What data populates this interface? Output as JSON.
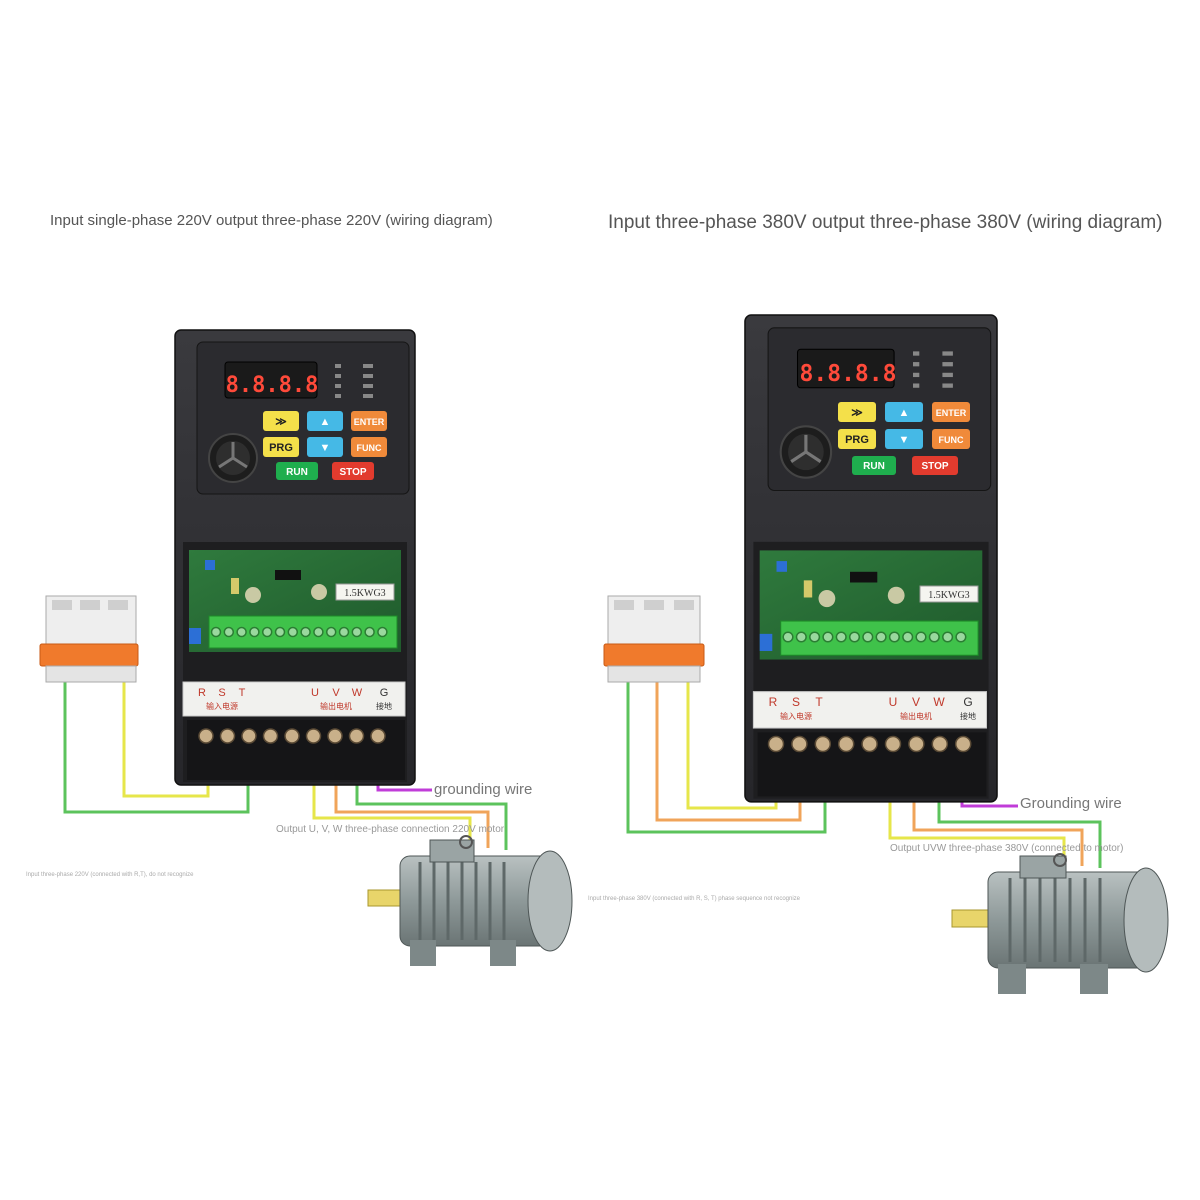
{
  "left": {
    "title": "Input single-phase 220V output three-phase 220V (wiring diagram)",
    "grounding_label": "grounding wire",
    "output_label": "Output U, V, W three-phase connection 220V motor",
    "input_note": "Input three-phase 220V (connected with R,T), do not recognize",
    "model_label": "1.5KWG3",
    "display": "8.8.8.8"
  },
  "right": {
    "title": "Input three-phase 380V output three-phase 380V (wiring diagram)",
    "grounding_label": "Grounding wire",
    "output_label": "Output UVW three-phase 380V (connected to motor)",
    "input_note": "Input three-phase 380V (connected with R, S, T) phase sequence not recognize",
    "model_label": "1.5KWG3",
    "display": "8.8.8.8"
  },
  "keypad": {
    "fwd": "≫",
    "up": "▲",
    "enter": "ENTER",
    "prg": "PRG",
    "down": "▼",
    "func": "FUNC",
    "run": "RUN",
    "stop": "STOP"
  },
  "terminal_strip": {
    "input_letters": [
      "R",
      "S",
      "T"
    ],
    "output_letters": [
      "U",
      "V",
      "W"
    ],
    "ground_letter": "G",
    "input_cn": "输入电源",
    "output_cn": "输出电机",
    "ground_cn": "接地"
  },
  "colors": {
    "wire_green": "#5cc35c",
    "wire_yellow": "#e6e64a",
    "wire_orange": "#f0a45a",
    "wire_purple": "#c03cd8",
    "breaker_orange": "#f07a2c",
    "run_green": "#1fae4e",
    "stop_red": "#e23b2e"
  }
}
